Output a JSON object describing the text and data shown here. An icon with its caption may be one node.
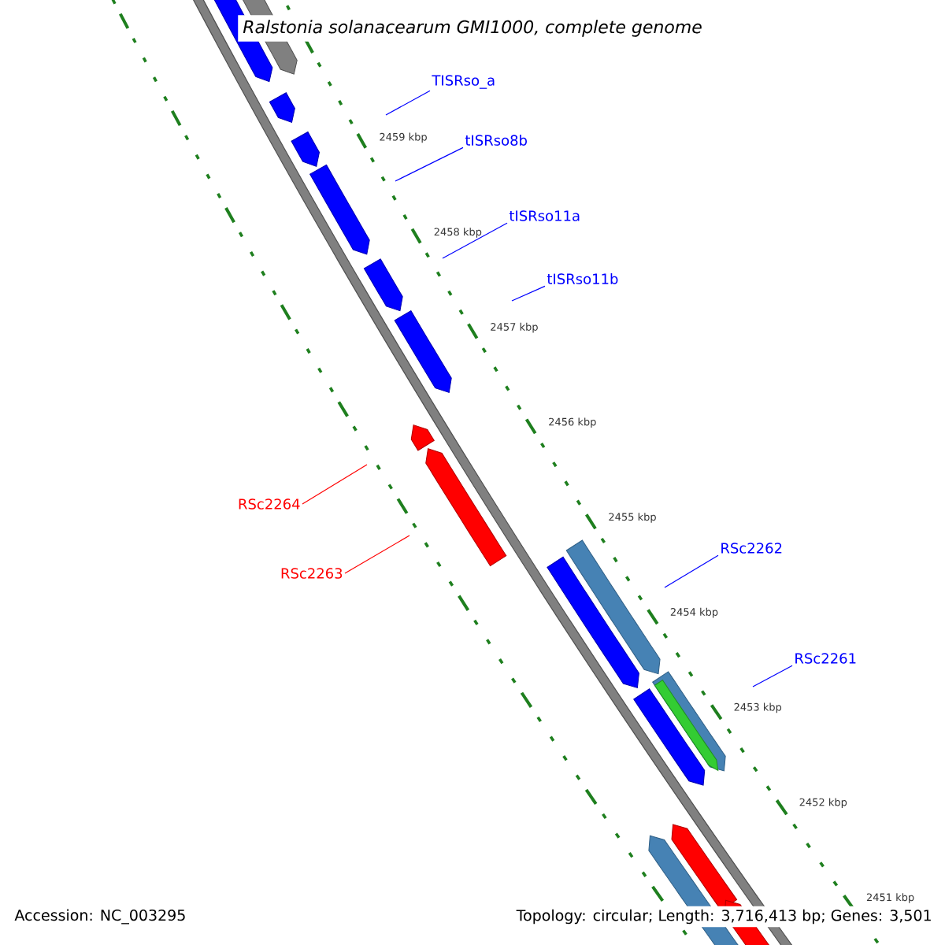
{
  "diagram": {
    "title": "Ralstonia solanacearum GMI1000, complete genome",
    "nodes": [
      {
        "text": [
          "TISRso_a"
        ]
      },
      {
        "text": [
          "tISRso8b"
        ]
      },
      {
        "text": [
          "tISRso11a"
        ]
      },
      {
        "text": [
          "tISRso11b"
        ]
      },
      {
        "text": [
          "RSc2264"
        ]
      },
      {
        "text": [
          "RSc2263"
        ]
      },
      {
        "text": [
          "RSc2262"
        ]
      },
      {
        "text": [
          "RSc2261"
        ]
      }
    ],
    "edges": [
      {
        "from": 0,
        "to": null,
        "arrow": "none"
      },
      {
        "from": 1,
        "to": null,
        "arrow": "none"
      },
      {
        "from": 2,
        "to": null,
        "arrow": "none"
      },
      {
        "from": 3,
        "to": null,
        "arrow": "none"
      },
      {
        "from": 4,
        "to": null,
        "arrow": "none",
        "color": "#ff0000"
      },
      {
        "from": 5,
        "to": null,
        "arrow": "none",
        "color": "#ff0000"
      },
      {
        "from": 6,
        "to": null,
        "arrow": "none"
      },
      {
        "from": 7,
        "to": null,
        "arrow": "none"
      }
    ],
    "labels": [
      "2459 kbp",
      "2458 kbp",
      "2457 kbp",
      "2456 kbp",
      "2455 kbp",
      "2454 kbp",
      "2453 kbp",
      "2452 kbp",
      "2451 kbp",
      "Accession: NC_003295",
      "Topology: circular; Length: 3,716,413 bp; Genes: 3,501"
    ]
  }
}
